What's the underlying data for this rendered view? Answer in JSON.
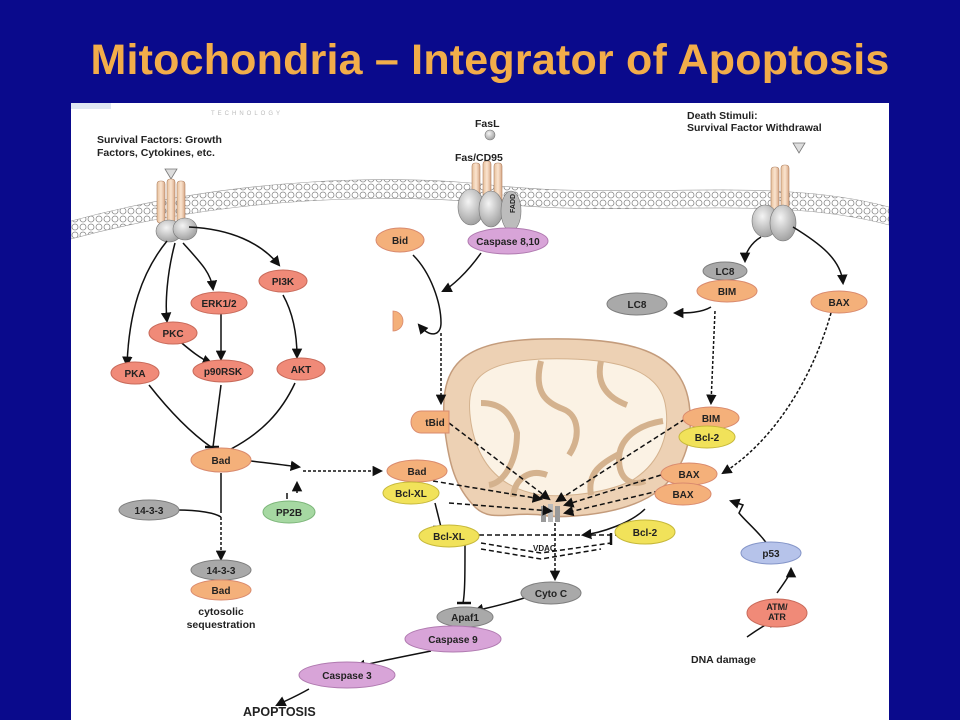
{
  "slide": {
    "title": "Mitochondria – Integrator of Apoptosis"
  },
  "diagram": {
    "watermark": "TECHNOLOGY",
    "labels": {
      "survival_factors_1": "Survival Factors: Growth",
      "survival_factors_2": "Factors, Cytokines, etc.",
      "fasl": "FasL",
      "fas_cd95": "Fas/CD95",
      "death_stimuli_1": "Death Stimuli:",
      "death_stimuli_2": "Survival Factor Withdrawal",
      "cytosolic_1": "cytosolic",
      "cytosolic_2": "sequestration",
      "dna_damage": "DNA damage",
      "vdac": "VDAC",
      "apoptosis": "APOPTOSIS"
    },
    "nodes": {
      "fadd": "FADD",
      "caspase810": "Caspase 8,10",
      "bid": "Bid",
      "tbid": "tBid",
      "pi3k": "PI3K",
      "erk12": "ERK1/2",
      "pkc": "PKC",
      "pka": "PKA",
      "p90rsk": "p90RSK",
      "akt": "AKT",
      "bad_main": "Bad",
      "pp2b": "PP2B",
      "p1433_free": "14-3-3",
      "p1433_complex": "14-3-3",
      "bad_seq": "Bad",
      "bad_mito": "Bad",
      "bclxl_mito": "Bcl-XL",
      "bclxl_free": "Bcl-XL",
      "lc8_top": "LC8",
      "bim_top": "BIM",
      "lc8_free": "LC8",
      "bax_top": "BAX",
      "bim_mito": "BIM",
      "bcl2_mito": "Bcl-2",
      "bax_a": "BAX",
      "bax_b": "BAX",
      "bcl2_free": "Bcl-2",
      "p53": "p53",
      "atm_1": "ATM/",
      "atm_2": "ATR",
      "cytoc": "Cyto C",
      "apaf1": "Apaf1",
      "caspase9": "Caspase 9",
      "caspase3": "Caspase 3"
    },
    "colors": {
      "salmon": "#f2a98a",
      "salmon_edge": "#d98a6e",
      "pink": "#f08a78",
      "orange": "#f4b07a",
      "yellow": "#f1e25a",
      "green": "#a6d8a2",
      "gray": "#a9a9a9",
      "blue": "#b6c3ea",
      "purple": "#d8a4d8",
      "mito": "#edd1b4"
    }
  }
}
